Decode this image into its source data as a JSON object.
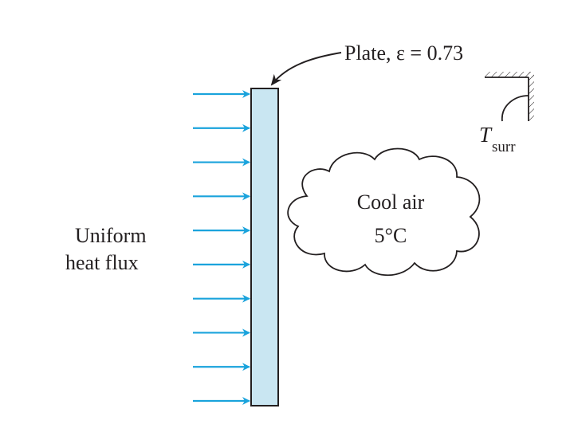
{
  "plate_label": "Plate, ε = 0.73",
  "heat_flux_label": [
    "Uniform",
    "heat flux"
  ],
  "air_label": [
    "Cool air",
    "5°C"
  ],
  "surroundings_label": {
    "symbol": "T",
    "subscript": "surr"
  },
  "colors": {
    "plate_fill": "#c9e6f2",
    "arrow": "#1aa3dc",
    "ink": "#231f20"
  },
  "heat_flux_arrow_count": 10
}
